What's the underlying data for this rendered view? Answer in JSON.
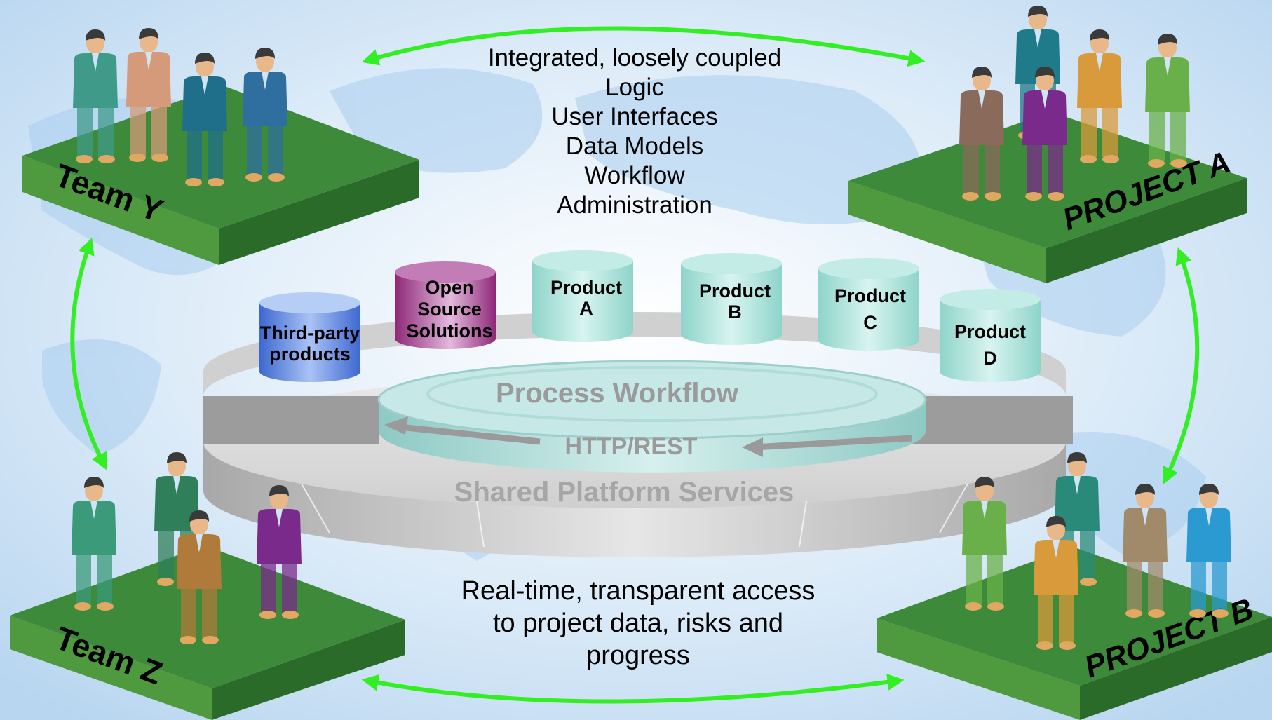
{
  "top_block": {
    "lines": [
      "Integrated, loosely coupled",
      "Logic",
      "User Interfaces",
      "Data Models",
      "Workflow",
      "Administration"
    ]
  },
  "platforms": {
    "team_y": "Team Y",
    "team_z": "Team Z",
    "project_a": "PROJECT A",
    "project_b": "PROJECT B"
  },
  "cylinders": {
    "third_party": [
      "Third-party",
      "products"
    ],
    "open_source": [
      "Open",
      "Source",
      "Solutions"
    ],
    "product_a": [
      "Product",
      "A"
    ],
    "product_b": [
      "Product",
      "B"
    ],
    "product_c": [
      "Product",
      "C"
    ],
    "product_d": [
      "Product",
      "D"
    ]
  },
  "layers": {
    "process_workflow": "Process Workflow",
    "http_rest": "HTTP/REST",
    "shared_platform": "Shared Platform Services"
  },
  "bottom_block": {
    "lines": [
      "Real-time, transparent access",
      "to project data, risks and",
      "progress"
    ]
  },
  "colors": {
    "platform_top": "#3d8a3a",
    "platform_side": "#2b6b2a",
    "arrow": "#33ee22",
    "cyl_blue": "#4a78d8",
    "cyl_purple": "#a0368a",
    "cyl_teal": "#a6e0d8"
  },
  "icons": [
    "person-icon"
  ]
}
